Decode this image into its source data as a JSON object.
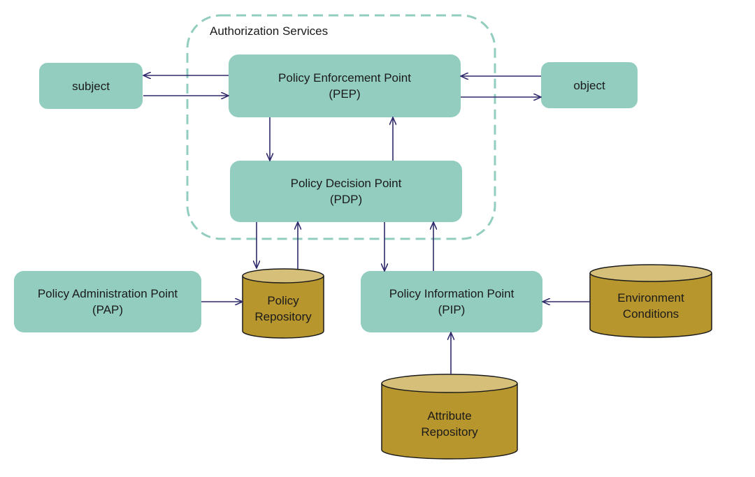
{
  "group": {
    "label": "Authorization Services"
  },
  "nodes": {
    "subject": {
      "lines": [
        "subject"
      ]
    },
    "object": {
      "lines": [
        "object"
      ]
    },
    "pep": {
      "lines": [
        "Policy Enforcement Point",
        "(PEP)"
      ]
    },
    "pdp": {
      "lines": [
        "Policy Decision Point",
        "(PDP)"
      ]
    },
    "pap": {
      "lines": [
        "Policy Administration Point",
        "(PAP)"
      ]
    },
    "pip": {
      "lines": [
        "Policy Information Point",
        "(PIP)"
      ]
    },
    "policy_repo": {
      "lines": [
        "Policy",
        "Repository"
      ]
    },
    "env": {
      "lines": [
        "Environment",
        "Conditions"
      ]
    },
    "attr_repo": {
      "lines": [
        "Attribute",
        "Repository"
      ]
    }
  },
  "colors": {
    "box_fill": "#93cdbf",
    "cylinder_fill": "#b8962e",
    "cylinder_top": "#d6bf78",
    "cylinder_stroke": "#1a1a1a",
    "arrow": "#2e2a6b",
    "dashed": "#93cdbf"
  }
}
